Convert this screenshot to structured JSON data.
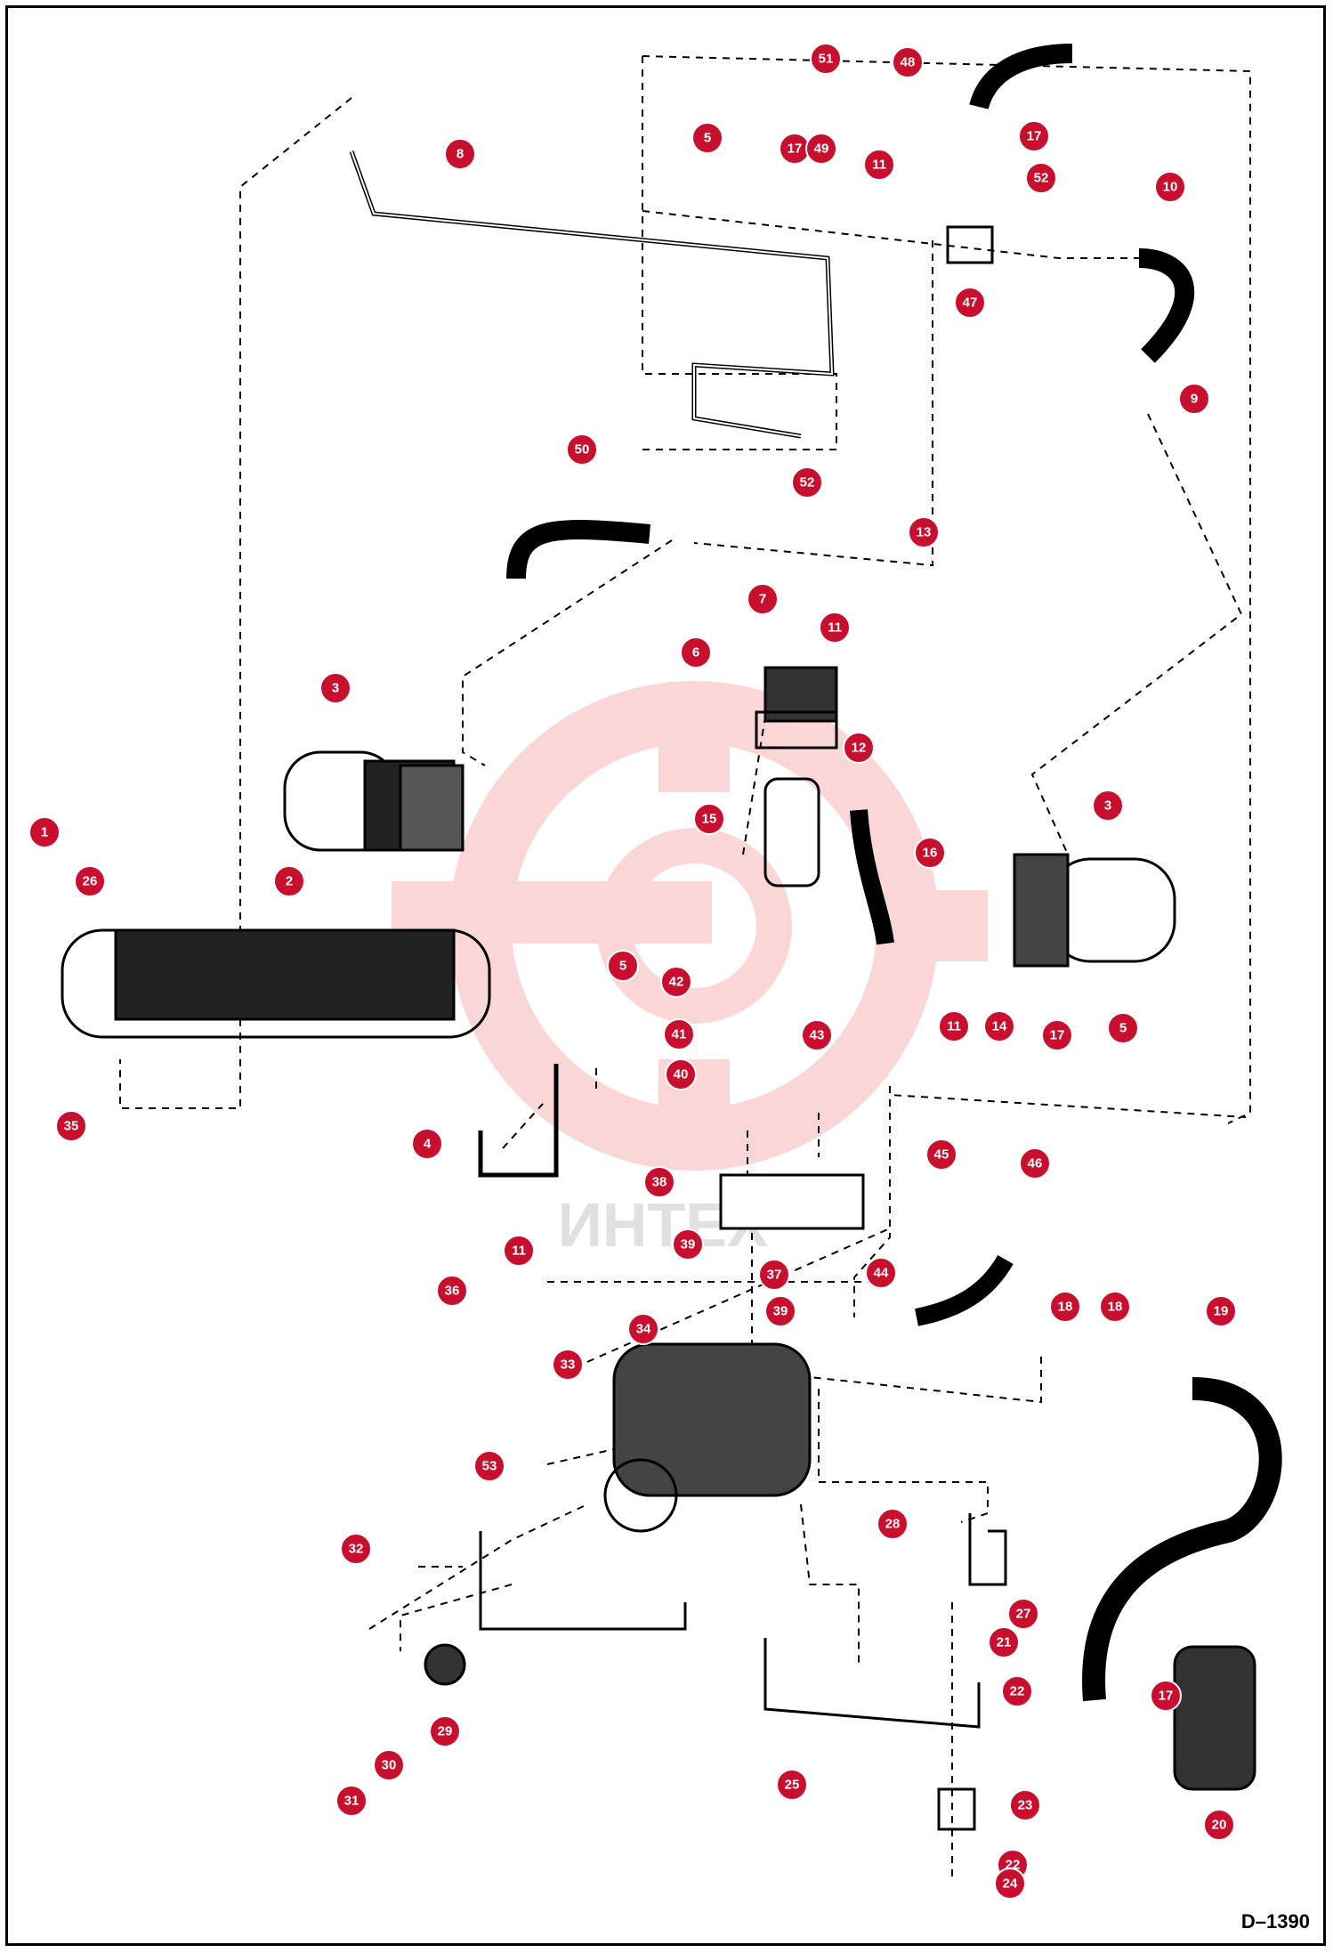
{
  "drawing_id": "D–1390",
  "watermark": "ИНТЕХ",
  "callouts": [
    "1",
    "2",
    "3",
    "3",
    "4",
    "5",
    "5",
    "5",
    "6",
    "7",
    "8",
    "9",
    "10",
    "11",
    "11",
    "11",
    "11",
    "12",
    "13",
    "14",
    "15",
    "16",
    "17",
    "17",
    "17",
    "17",
    "18",
    "18",
    "19",
    "20",
    "21",
    "22",
    "22",
    "23",
    "24",
    "25",
    "26",
    "27",
    "28",
    "29",
    "30",
    "31",
    "32",
    "33",
    "34",
    "35",
    "36",
    "37",
    "38",
    "39",
    "39",
    "40",
    "41",
    "42",
    "43",
    "44",
    "45",
    "46",
    "47",
    "48",
    "49",
    "50",
    "51",
    "52",
    "52",
    "53"
  ],
  "colors": {
    "callout": "#c8102e",
    "line": "#000000",
    "watermark": "#f4a6a6"
  }
}
